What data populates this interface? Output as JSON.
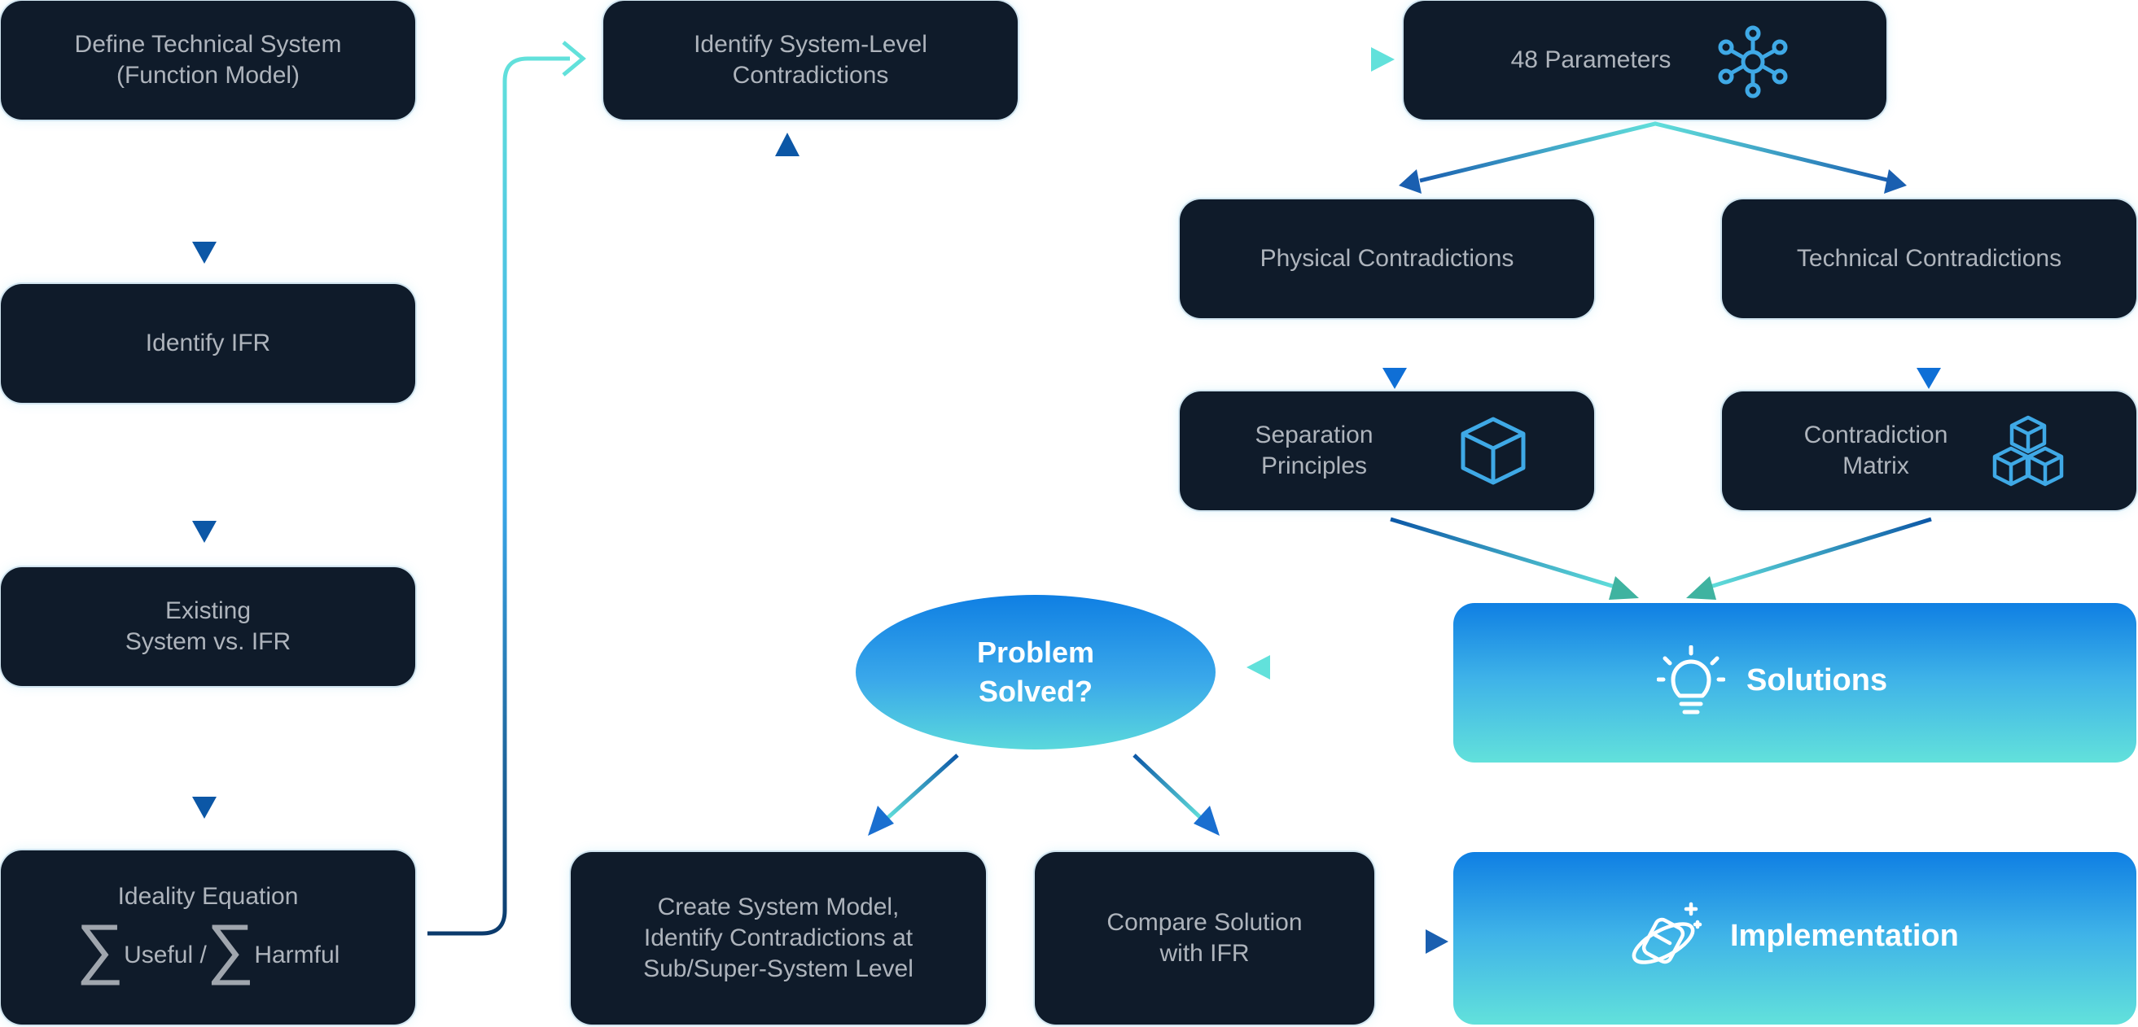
{
  "nodes": {
    "define": "Define Technical System\n(Function Model)",
    "ifr": "Identify IFR",
    "existing": "Existing\nSystem vs. IFR",
    "ideality_title": "Ideality Equation",
    "ideality_useful": "Useful /",
    "ideality_harmful": "Harmful",
    "sigma": "∑",
    "system_level": "Identify System-Level\nContradictions",
    "parameters": "48 Parameters",
    "physical": "Physical Contradictions",
    "technical": "Technical Contradictions",
    "separation": "Separation\nPrinciples",
    "matrix": "Contradiction\nMatrix",
    "solutions": "Solutions",
    "problem_solved": "Problem\nSolved?",
    "create_model": "Create System Model,\nIdentify Contradictions at\nSub/Super-System Level",
    "compare": "Compare Solution\nwith IFR",
    "implementation": "Implementation"
  },
  "icons": {
    "parameters": "network-icon",
    "separation": "cube-icon",
    "matrix": "cubes-icon",
    "solutions": "lightbulb-icon",
    "implementation": "rocket-planet-icon"
  },
  "colors": {
    "node_bg": "#0f1b2a",
    "node_text": "#aeb4bc",
    "accent_blue": "#0f7fe3",
    "accent_teal": "#62e1db",
    "icon_blue": "#3fa9e6"
  }
}
